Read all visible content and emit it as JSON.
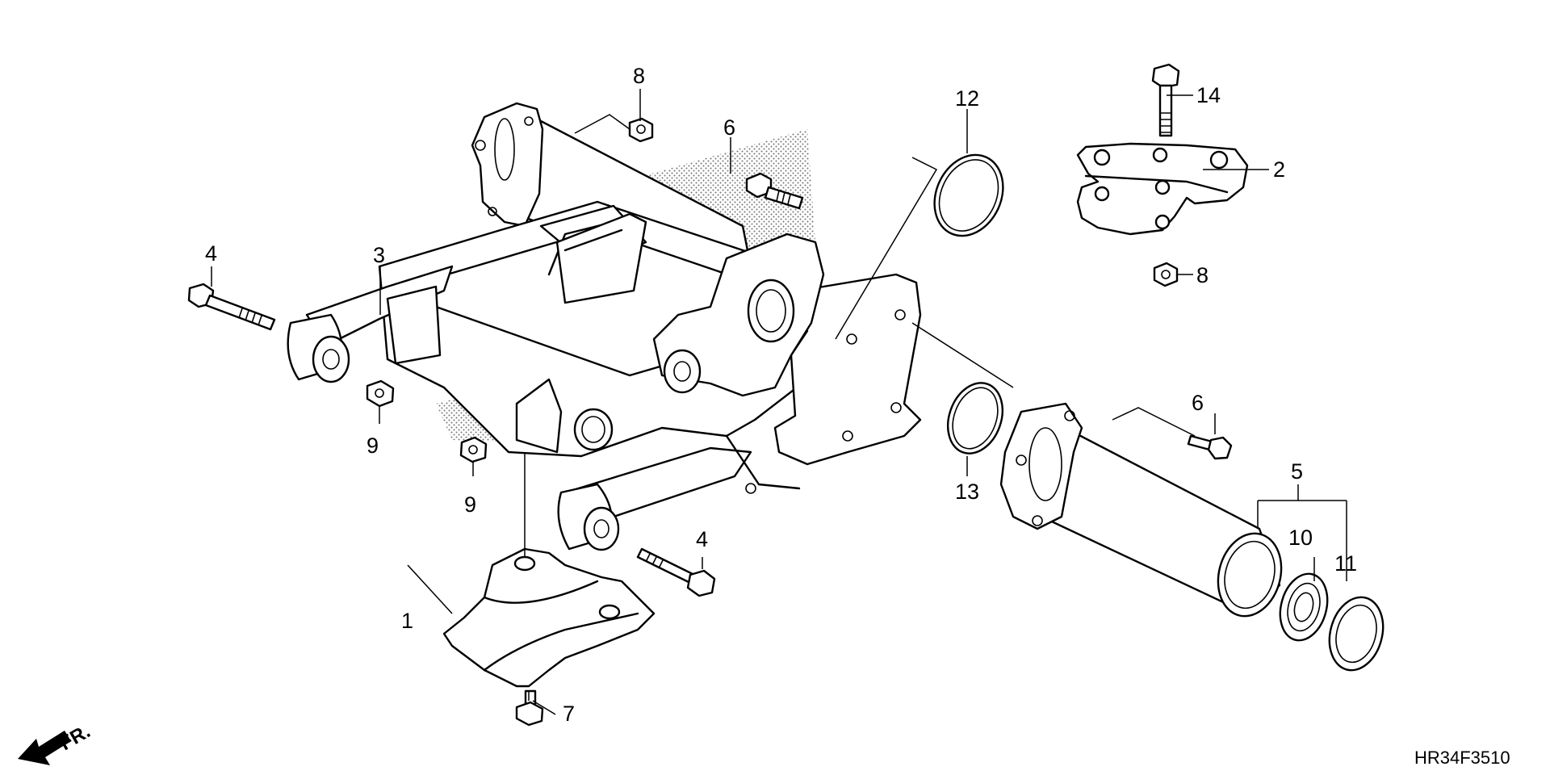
{
  "diagram": {
    "figure_code": "HR34F3510",
    "direction_label": "FR.",
    "callouts": {
      "c1": "1",
      "c2": "2",
      "c3": "3",
      "c4a": "4",
      "c4b": "4",
      "c5": "5",
      "c6a": "6",
      "c6b": "6",
      "c7": "7",
      "c8a": "8",
      "c8b": "8",
      "c9a": "9",
      "c9b": "9",
      "c10": "10",
      "c11": "11",
      "c12": "12",
      "c13": "13",
      "c14": "14"
    }
  }
}
